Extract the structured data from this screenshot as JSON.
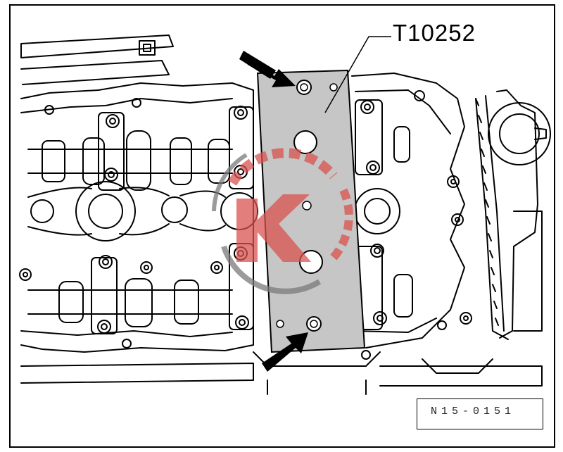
{
  "figure": {
    "tool_callout": "T10252",
    "reference_code": "N15-0151"
  },
  "colors": {
    "line": "#000000",
    "tool_plate": "#c6c6c6",
    "watermark_red": "#d9534f",
    "watermark_grey": "#7a7a7a",
    "arrow": "#000000"
  },
  "icons": {
    "watermark": "k-logo-watermark",
    "arrows": "pointer-arrow"
  }
}
